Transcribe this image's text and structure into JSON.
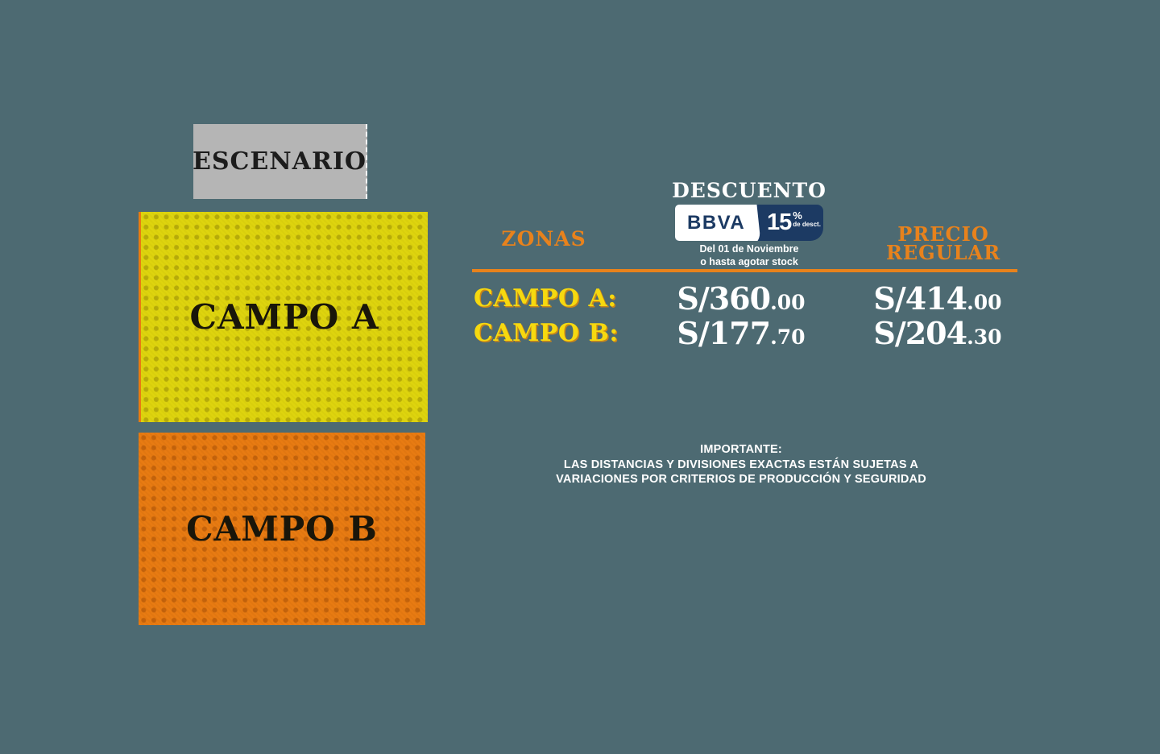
{
  "colors": {
    "background": "#4d6a72",
    "accent_orange": "#e8821c",
    "zone_a_fill": "#ded40e",
    "zone_b_fill": "#e87b12",
    "stage_gray": "#b5b5b5",
    "label_yellow": "#f6d90f",
    "bbva_navy": "#1c3a63",
    "price_text": "#ffffff"
  },
  "stage": {
    "label": "ESCENARIO"
  },
  "zones": {
    "campo_a": {
      "label": "CAMPO A"
    },
    "campo_b": {
      "label": "CAMPO B"
    }
  },
  "pricing": {
    "zones_header": "ZONAS",
    "discount_header": "DESCUENTO",
    "regular_header_line1": "PRECIO",
    "regular_header_line2": "REGULAR",
    "bank_badge": {
      "bank": "BBVA",
      "percent": "15",
      "percent_symbol": "%",
      "percent_caption": "de desct.",
      "validity_line1": "Del 01 de Noviembre",
      "validity_line2": "o hasta agotar stock"
    },
    "rows": [
      {
        "zone": "CAMPO A:",
        "discount_main": "S/360",
        "discount_cents": ".00",
        "regular_main": "S/414",
        "regular_cents": ".00"
      },
      {
        "zone": "CAMPO B:",
        "discount_main": "S/177",
        "discount_cents": ".70",
        "regular_main": "S/204",
        "regular_cents": ".30"
      }
    ]
  },
  "note": {
    "title": "IMPORTANTE:",
    "line1": "LAS DISTANCIAS Y DIVISIONES EXACTAS ESTÁN SUJETAS A",
    "line2": "VARIACIONES POR CRITERIOS DE PRODUCCIÓN Y SEGURIDAD"
  }
}
